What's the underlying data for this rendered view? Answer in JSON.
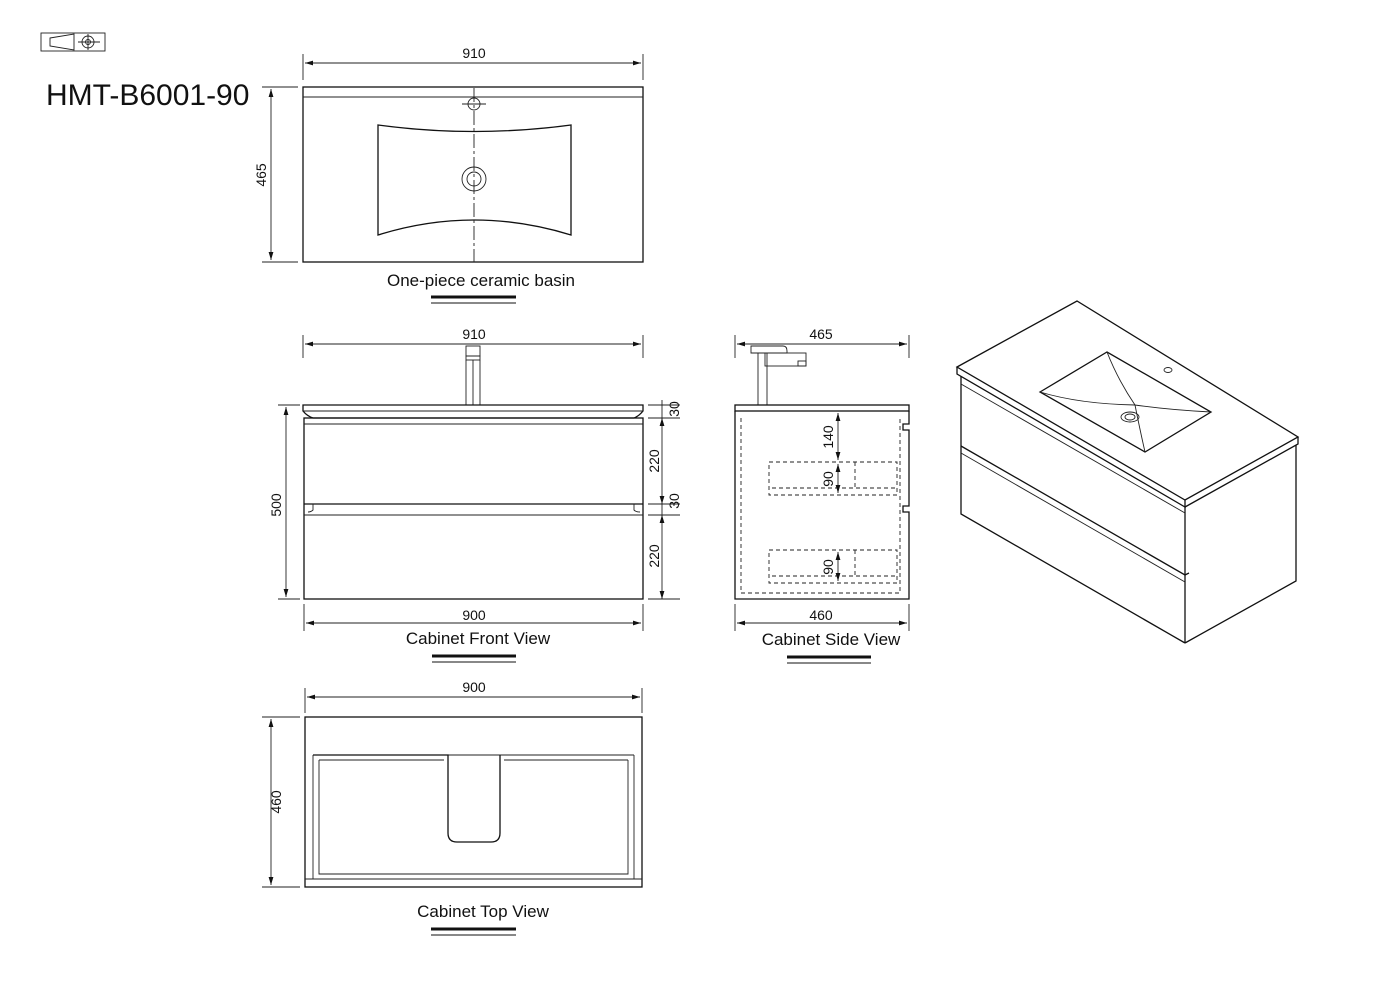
{
  "model": "HMT-B6001-90",
  "captions": {
    "basin": "One-piece ceramic basin",
    "front": "Cabinet Front View",
    "side": "Cabinet Side View",
    "top": "Cabinet Top View"
  },
  "dimensions": {
    "basin_width": "910",
    "basin_depth": "465",
    "front_top_width": "910",
    "front_height": "500",
    "front_top_thickness": "30",
    "front_drawer_upper": "220",
    "front_gap": "30",
    "front_drawer_lower": "220",
    "front_bottom_width": "900",
    "side_top_depth": "465",
    "side_upper_clearance": "140",
    "side_drawer_upper": "90",
    "side_drawer_lower": "90",
    "side_bottom_depth": "460",
    "top_width": "900",
    "top_depth": "460"
  },
  "icons": [
    "projection-symbol-icon",
    "faucet-icon",
    "drain-icon"
  ]
}
